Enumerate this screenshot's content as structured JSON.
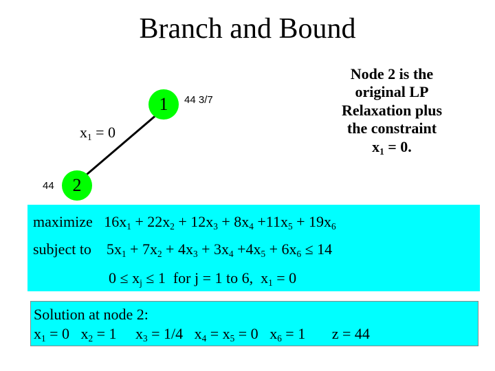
{
  "title": "Branch and Bound",
  "tree": {
    "node1": {
      "label": "1",
      "annotation": "44 3/7"
    },
    "node2": {
      "label": "2",
      "annotation": "44"
    },
    "edge_label_prefix": "x",
    "edge_label_sub": "1",
    "edge_label_suffix": " = 0"
  },
  "note": {
    "lines": [
      "Node 2 is the",
      "original LP",
      "Relaxation plus",
      "the constraint"
    ],
    "last_prefix": "x",
    "last_sub": "1",
    "last_suffix": " = 0."
  },
  "lp": {
    "objective": "maximize   16x1 + 22x2 + 12x3 + 8x4 +11x5 + 19x6",
    "constraint": "subject to    5x1 + 7x2 + 4x3 + 3x4 +4x5 + 6x6 ≤ 14",
    "bounds": "0 ≤ xj ≤ 1  for j = 1 to 6,  x1 = 0"
  },
  "solution": {
    "heading": "Solution at node 2:",
    "values": "x1 = 0   x2 = 1     x3 = 1/4   x4 = x5 = 0   x6 = 1       z = 44"
  },
  "colors": {
    "node_fill": "#00ff00",
    "box_fill": "#00ffff"
  }
}
